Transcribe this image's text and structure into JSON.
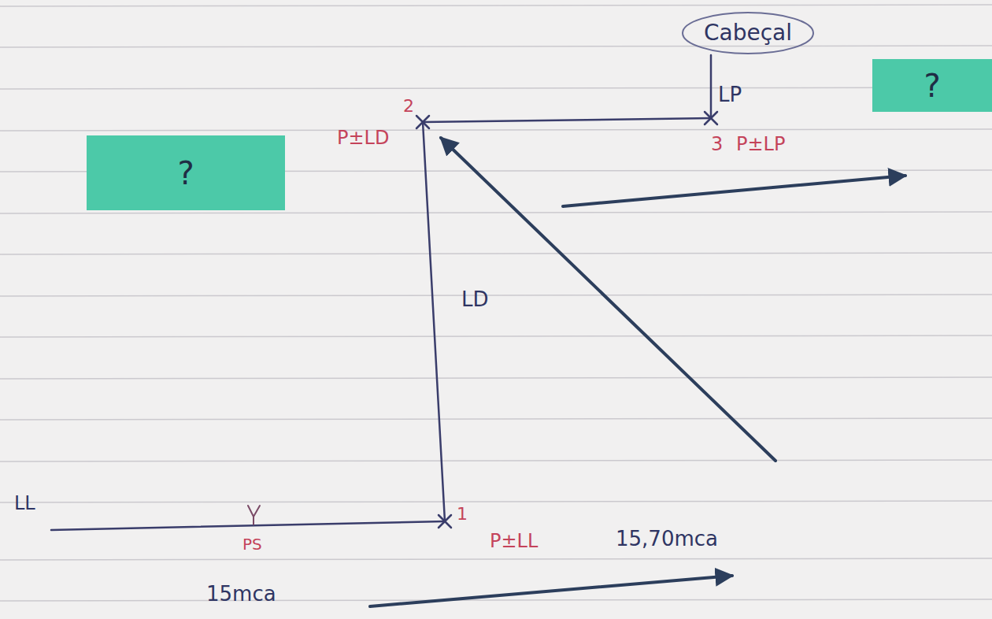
{
  "diagram": {
    "nodes": [
      {
        "text": [
          "Cabeçal"
        ]
      },
      {
        "text": [
          "?"
        ]
      },
      {
        "text": [
          "?"
        ]
      }
    ],
    "labels": [
      "LP",
      "3",
      "P±LP",
      "2",
      "P±LD",
      "LD",
      "1",
      "P±LL",
      "15,70mca",
      "LL",
      "PS",
      "15mca"
    ]
  }
}
